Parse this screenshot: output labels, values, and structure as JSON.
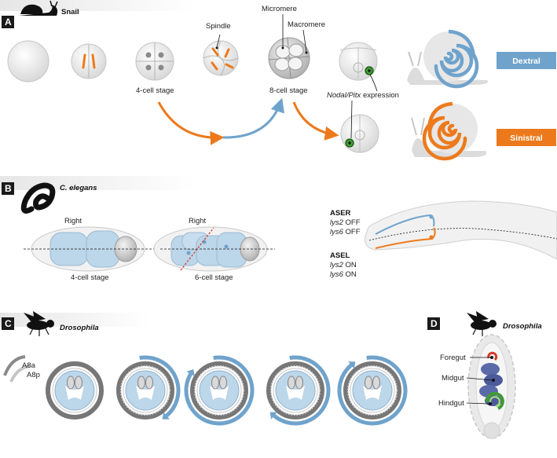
{
  "colors": {
    "blue": "#6fa3cc",
    "orange": "#ec7a1c",
    "cell_fill": "#bcd6ea",
    "grey_cell": "#dcdcdc",
    "green": "#3f9b35",
    "red": "#d63a2a",
    "panel_box": "#1a1a1a"
  },
  "panelA": {
    "letter": "A",
    "organism": "Snail",
    "labels": {
      "spindle": "Spindle",
      "micromere": "Micromere",
      "macromere": "Macromere",
      "four_cell": "4-cell stage",
      "eight_cell": "8-cell stage",
      "expression_gene": "Nodal/Pitx",
      "expression_word": " expression"
    },
    "dextral": "Dextral",
    "sinistral": "Sinistral"
  },
  "panelB": {
    "letter": "B",
    "organism": "C. elegans",
    "right1": "Right",
    "right2": "Right",
    "four_cell": "4-cell stage",
    "six_cell": "6-cell stage",
    "aser": {
      "title": "ASER",
      "l1_gene": "lys2",
      "l1_state": " OFF",
      "l2_gene": "lys6",
      "l2_state": " OFF"
    },
    "asel": {
      "title": "ASEL",
      "l1_gene": "lys2",
      "l1_state": " ON",
      "l2_gene": "lys6",
      "l2_state": " ON"
    }
  },
  "panelC": {
    "letter": "C",
    "organism": "Drosophila",
    "a8a": "A8a",
    "a8p": "A8p"
  },
  "panelD": {
    "letter": "D",
    "organism": "Drosophila",
    "foregut": "Foregut",
    "midgut": "Midgut",
    "hindgut": "Hindgut"
  }
}
